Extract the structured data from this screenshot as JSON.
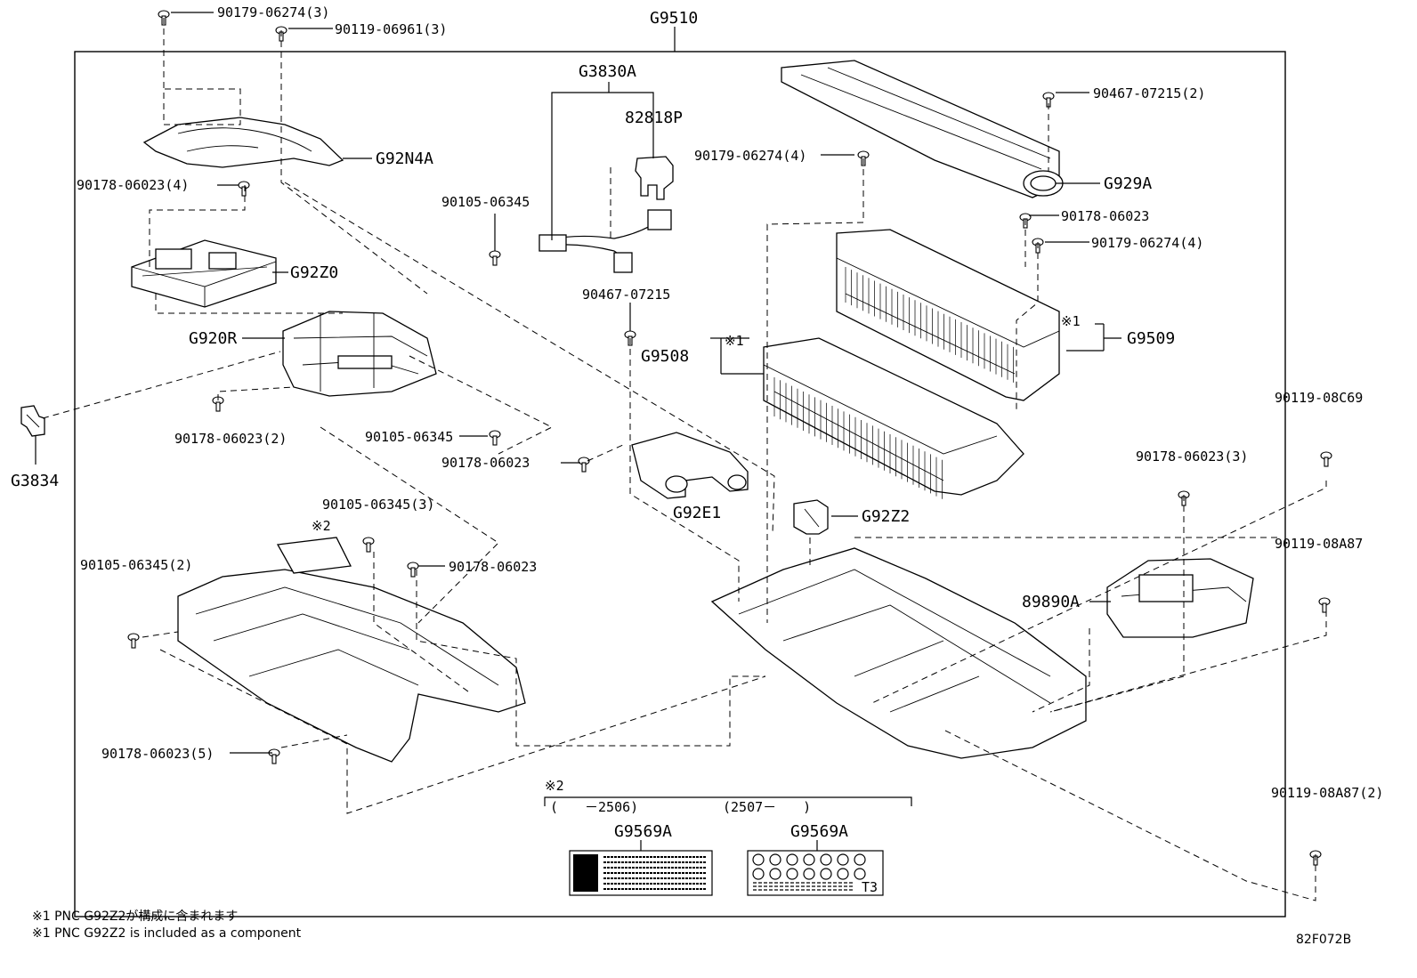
{
  "assembly": "G9510",
  "diagram_code": "82F072B",
  "callouts": {
    "c1": "90179-06274(3)",
    "c2": "90119-06961(3)",
    "c3": "G92N4A",
    "c4": "90178-06023(4)",
    "c5": "G92Z0",
    "c6": "G920R",
    "c7": "90178-06023(2)",
    "c8": "90105-06345",
    "c9": "90178-06023",
    "c10": "G3834",
    "c11": "G3830A",
    "c12": "82818P",
    "c13": "90105-06345",
    "c14": "90467-07215",
    "c15": "G92E1",
    "c16": "90179-06274(4)",
    "c17": "G9508",
    "c18": "※1",
    "c19": "G92Z2",
    "c20": "90467-07215(2)",
    "c21": "G929A",
    "c22": "90178-06023",
    "c23": "90179-06274(4)",
    "c24": "※1",
    "c25": "G9509",
    "c26": "90119-08C69",
    "c27": "90178-06023(3)",
    "c28": "90119-08A87",
    "c29": "89890A",
    "c30": "90119-08A87(2)",
    "c31": "90105-06345(3)",
    "c32": "※2",
    "c33": "90105-06345(2)",
    "c34": "90178-06023",
    "c35": "90178-06023(5)"
  },
  "labels_box": {
    "note_mark": "※2",
    "range_left": "(　　－2506)",
    "range_right": "(2507－　　)",
    "label_left": "G9569A",
    "label_right": "G9569A",
    "sticker_mark": "T3"
  },
  "footnotes": {
    "jp": "※1 PNC G92Z2が構成に含まれます",
    "en": "※1 PNC G92Z2 is included as a component"
  }
}
